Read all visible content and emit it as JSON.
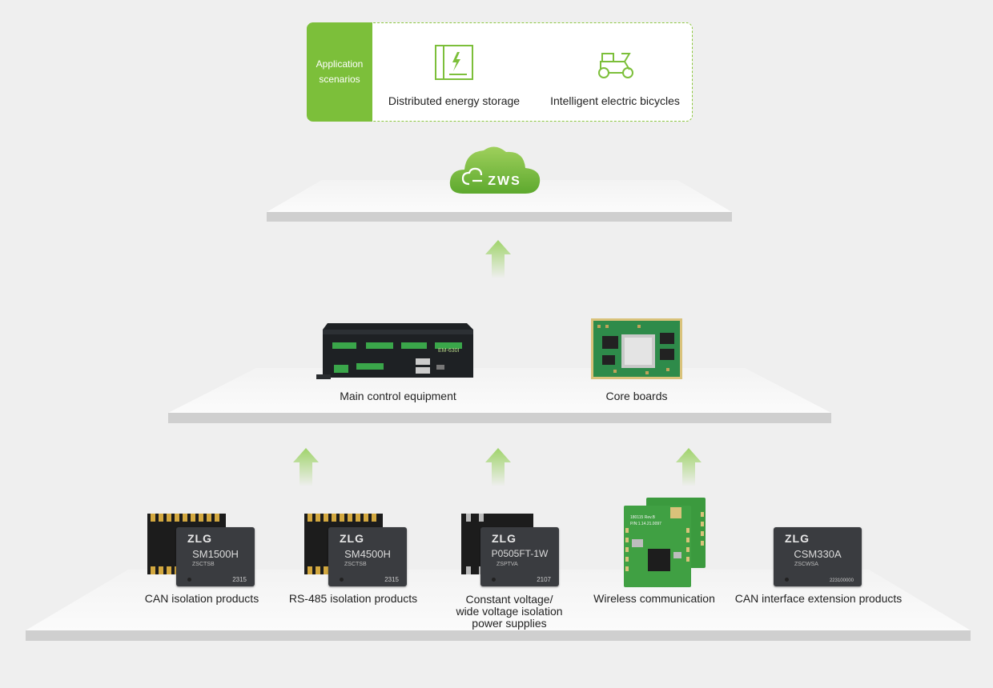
{
  "applications": {
    "tag": "Application\nscenarios",
    "items": [
      {
        "label": "Distributed energy storage",
        "icon": "energy-storage-icon"
      },
      {
        "label": "Intelligent electric bicycles",
        "icon": "electric-bicycle-icon"
      }
    ]
  },
  "cloud": {
    "label": "ZWS",
    "icon": "cloud-icon"
  },
  "middle_layer": {
    "items": [
      {
        "label": "Main control equipment"
      },
      {
        "label": "Core boards"
      }
    ]
  },
  "bottom_layer": {
    "items": [
      {
        "label": "CAN isolation products",
        "chip": {
          "logo": "ZLG",
          "model": "SM1500H",
          "sub": "ZSCTSB",
          "code": "2315"
        }
      },
      {
        "label": "RS-485 isolation products",
        "chip": {
          "logo": "ZLG",
          "model": "SM4500H",
          "sub": "ZSCTSB",
          "code": "2315"
        }
      },
      {
        "label": "Constant voltage/\nwide voltage isolation\npower supplies",
        "chip": {
          "logo": "ZLG",
          "model": "P0505FT-1W",
          "sub": "ZSPTVA",
          "code": "2107"
        }
      },
      {
        "label": "Wireless communication",
        "module": {
          "line1": "180115  Rev.B",
          "line2": "P/N:1.14.21.0097"
        }
      },
      {
        "label": "CAN interface extension products",
        "chip": {
          "logo": "ZLG",
          "model": "CSM330A",
          "sub": "ZSCWSA",
          "code": "223100000"
        }
      }
    ]
  },
  "device": {
    "badge": "EM-630I"
  },
  "colors": {
    "accent": "#7cbf3a",
    "arrow": "#a8d878",
    "platform_top": "#f9f9f9",
    "platform_edge": "#cdcdcd"
  }
}
